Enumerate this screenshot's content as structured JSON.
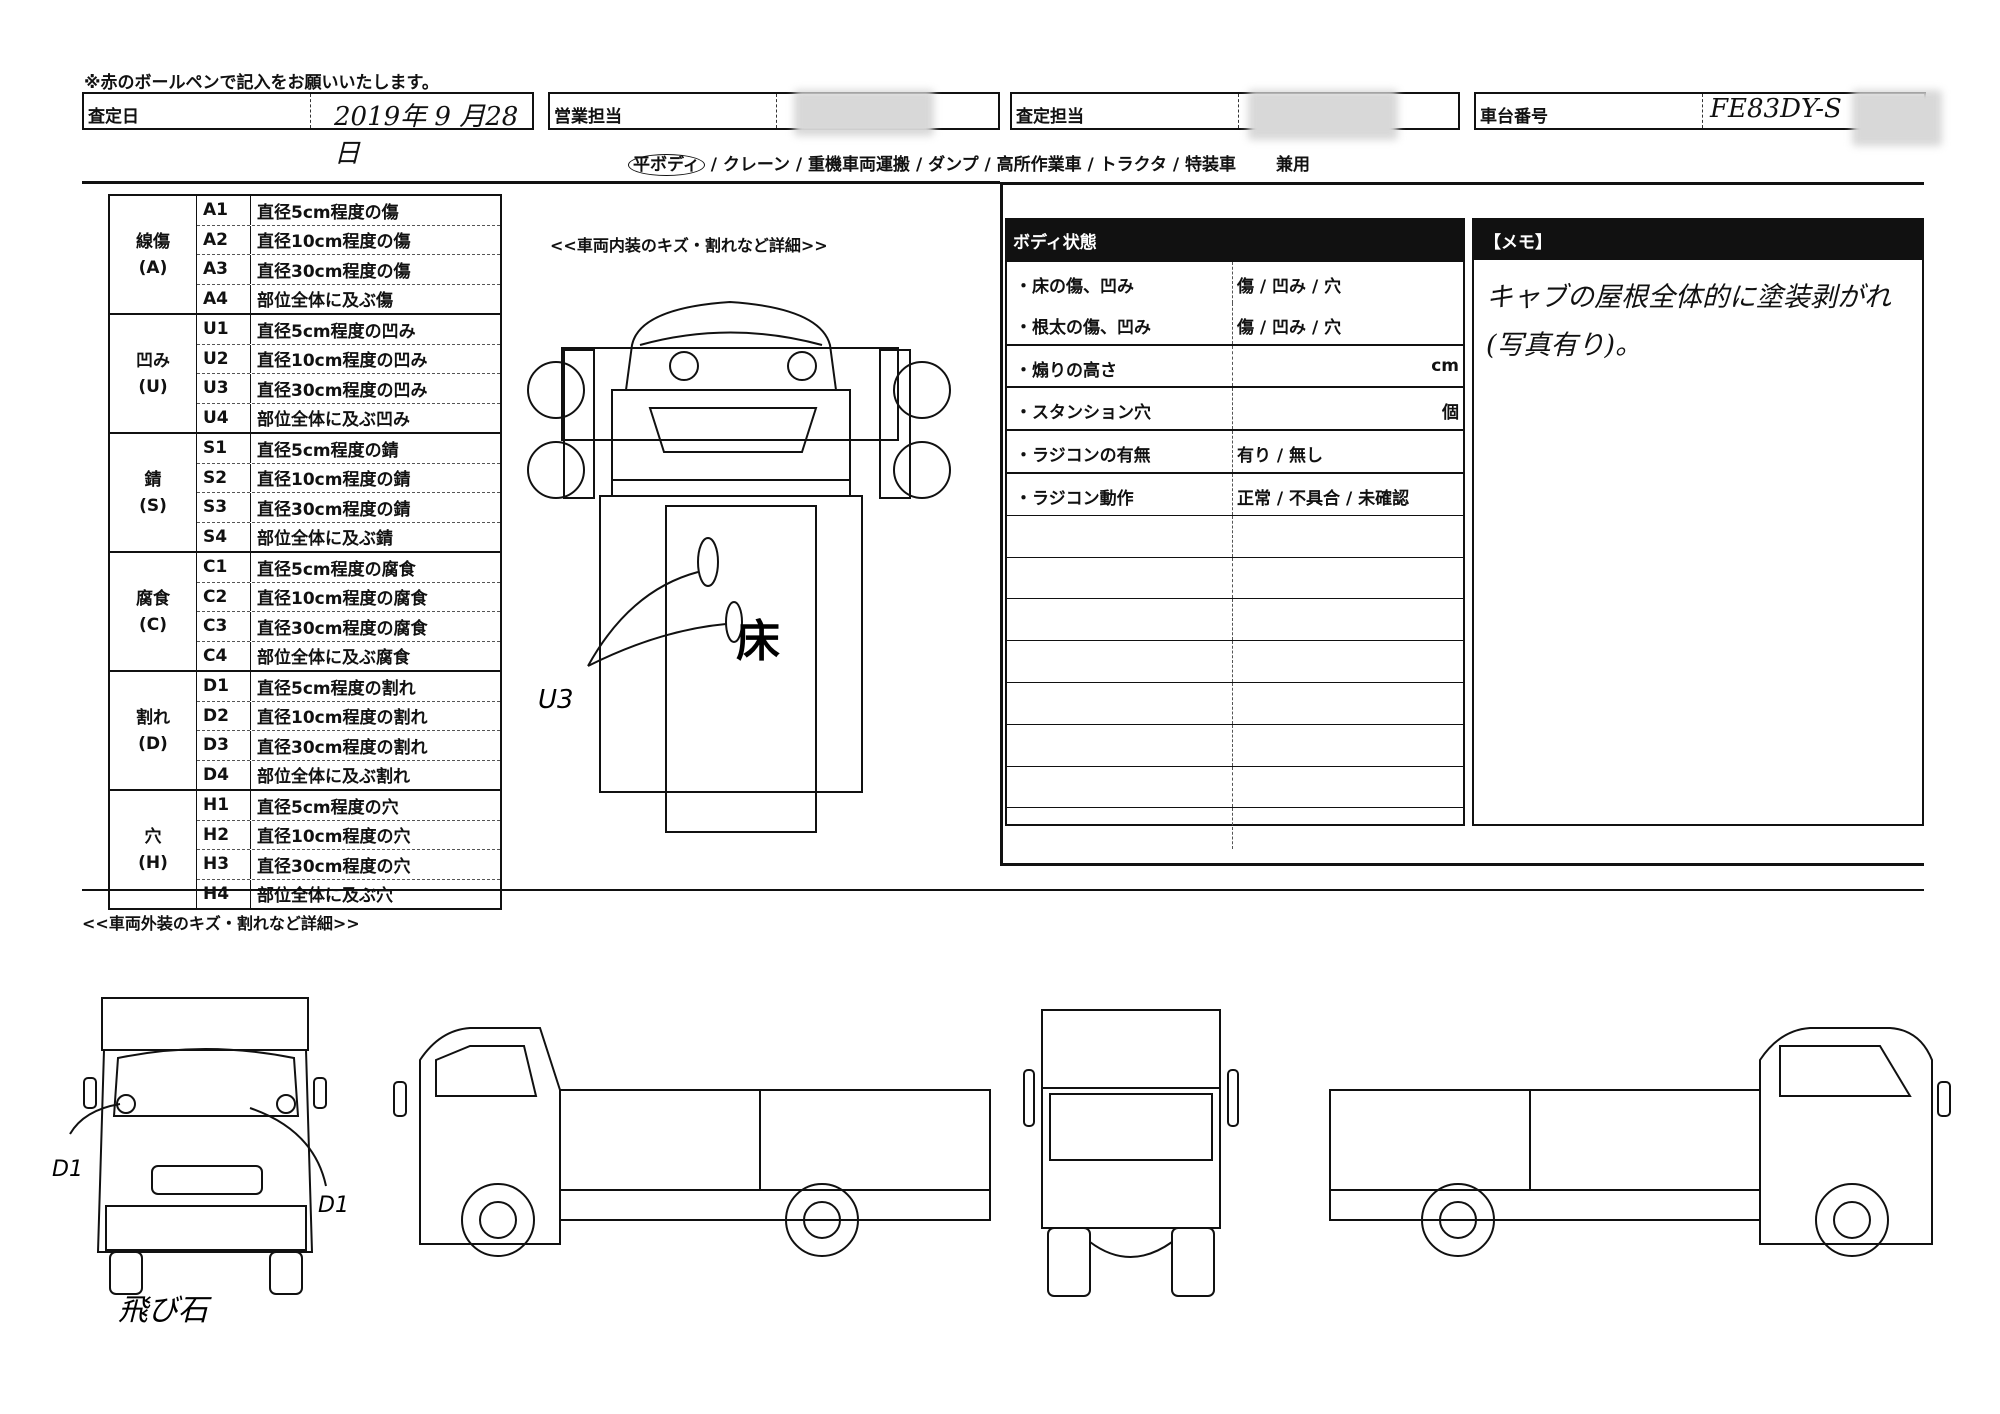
{
  "note": "※赤のボールペンで記入をお願いいたします。",
  "header": {
    "assess_date_label": "査定日",
    "assess_date_value": "2019年 9 月28日",
    "sales_label": "営業担当",
    "assessor_label": "査定担当",
    "chassis_label": "車台番号",
    "chassis_value": "FE83DY-S"
  },
  "body_types": {
    "selected": "平ボディ",
    "rest": "/ クレーン / 重機車両運搬 / ダンプ / 高所作業車 / トラクタ / 特装車",
    "extra": "兼用"
  },
  "damage_codes": [
    {
      "name": "線傷",
      "letter": "(A)",
      "rows": [
        {
          "code": "A1",
          "desc": "直径5cm程度の傷"
        },
        {
          "code": "A2",
          "desc": "直径10cm程度の傷"
        },
        {
          "code": "A3",
          "desc": "直径30cm程度の傷"
        },
        {
          "code": "A4",
          "desc": "部位全体に及ぶ傷"
        }
      ]
    },
    {
      "name": "凹み",
      "letter": "(U)",
      "rows": [
        {
          "code": "U1",
          "desc": "直径5cm程度の凹み"
        },
        {
          "code": "U2",
          "desc": "直径10cm程度の凹み"
        },
        {
          "code": "U3",
          "desc": "直径30cm程度の凹み"
        },
        {
          "code": "U4",
          "desc": "部位全体に及ぶ凹み"
        }
      ]
    },
    {
      "name": "錆",
      "letter": "(S)",
      "rows": [
        {
          "code": "S1",
          "desc": "直径5cm程度の錆"
        },
        {
          "code": "S2",
          "desc": "直径10cm程度の錆"
        },
        {
          "code": "S3",
          "desc": "直径30cm程度の錆"
        },
        {
          "code": "S4",
          "desc": "部位全体に及ぶ錆"
        }
      ]
    },
    {
      "name": "腐食",
      "letter": "(C)",
      "rows": [
        {
          "code": "C1",
          "desc": "直径5cm程度の腐食"
        },
        {
          "code": "C2",
          "desc": "直径10cm程度の腐食"
        },
        {
          "code": "C3",
          "desc": "直径30cm程度の腐食"
        },
        {
          "code": "C4",
          "desc": "部位全体に及ぶ腐食"
        }
      ]
    },
    {
      "name": "割れ",
      "letter": "(D)",
      "rows": [
        {
          "code": "D1",
          "desc": "直径5cm程度の割れ"
        },
        {
          "code": "D2",
          "desc": "直径10cm程度の割れ"
        },
        {
          "code": "D3",
          "desc": "直径30cm程度の割れ"
        },
        {
          "code": "D4",
          "desc": "部位全体に及ぶ割れ"
        }
      ]
    },
    {
      "name": "穴",
      "letter": "(H)",
      "rows": [
        {
          "code": "H1",
          "desc": "直径5cm程度の穴"
        },
        {
          "code": "H2",
          "desc": "直径10cm程度の穴"
        },
        {
          "code": "H3",
          "desc": "直径30cm程度の穴"
        },
        {
          "code": "H4",
          "desc": "部位全体に及ぶ穴"
        }
      ]
    }
  ],
  "interior": {
    "title": "<<車両内装のキズ・割れなど詳細>>",
    "floor_label": "床",
    "mark": "U3"
  },
  "body_state": {
    "title": "ボディ状態",
    "rows": [
      {
        "label": "・床の傷、凹み",
        "value": "傷 / 凹み / 穴"
      },
      {
        "label": "・根太の傷、凹み",
        "value": "傷 / 凹み / 穴"
      },
      {
        "label": "・煽りの高さ",
        "value": "cm"
      },
      {
        "label": "・スタンション穴",
        "value": "個"
      },
      {
        "label": "・ラジコンの有無",
        "value": "有り / 無し"
      },
      {
        "label": "・ラジコン動作",
        "value": "正常 / 不具合 / 未確認"
      }
    ]
  },
  "memo": {
    "title": "【メモ】",
    "line1": "キャブの屋根全体的に塗装剥がれ",
    "line2": "(写真有り)。"
  },
  "exterior": {
    "title": "<<車両外装のキズ・割れなど詳細>>",
    "mark_left": "D1",
    "mark_right": "D1",
    "note": "飛び石"
  }
}
